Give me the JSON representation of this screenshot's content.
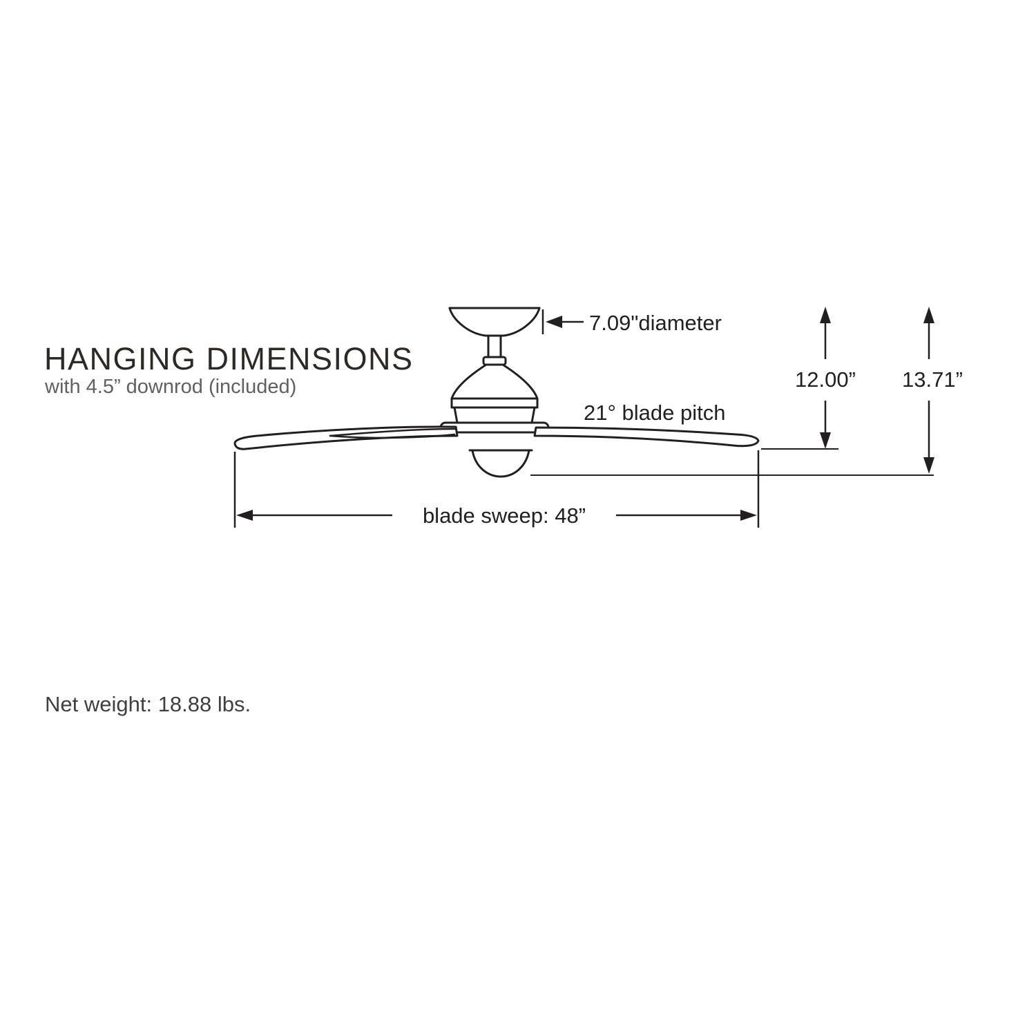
{
  "header": {
    "title": "HANGING DIMENSIONS",
    "subtitle": "with 4.5” downrod (included)"
  },
  "diagram": {
    "subject": "ceiling-fan-side-view-dimension-drawing",
    "labels": {
      "canopy_diameter": "7.09\"diameter",
      "blade_pitch": "21° blade pitch",
      "height_to_blades": "12.00”",
      "overall_height": "13.71”",
      "blade_sweep": "blade sweep: 48”"
    }
  },
  "footer": {
    "net_weight": "Net weight: 18.88 lbs."
  },
  "colors": {
    "line": "#231f20",
    "title_text": "#2d2a26",
    "subtitle_text": "#5f6062",
    "body_text": "#3f4041",
    "background": "#ffffff"
  }
}
